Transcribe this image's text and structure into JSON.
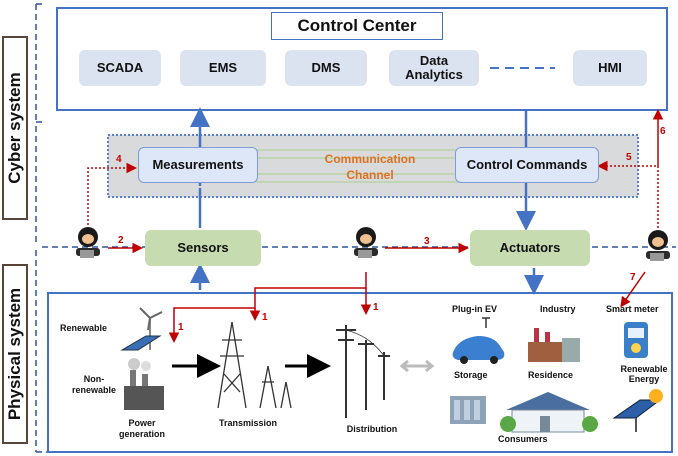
{
  "side_labels": {
    "cyber": "Cyber system",
    "physical": "Physical system"
  },
  "control_center": {
    "title": "Control Center",
    "systems": [
      "SCADA",
      "EMS",
      "DMS",
      "Data\nAnalytics",
      "HMI"
    ]
  },
  "channel": {
    "measurements": "Measurements",
    "label": "Communication\nChannel",
    "control_commands": "Control Commands"
  },
  "field": {
    "sensors": "Sensors",
    "actuators": "Actuators"
  },
  "attack_numbers": [
    "1",
    "1",
    "1",
    "2",
    "3",
    "4",
    "5",
    "6",
    "7"
  ],
  "physical": {
    "renewable": "Renewable",
    "non_renewable": "Non-\nrenewable",
    "power_generation": "Power\ngeneration",
    "transmission": "Transmission",
    "distribution": "Distribution",
    "plugin_ev": "Plug-in EV",
    "industry": "Industry",
    "smart_meter": "Smart meter",
    "storage": "Storage",
    "residence": "Residence",
    "renewable_energy": "Renewable\nEnergy",
    "consumers": "Consumers"
  },
  "colors": {
    "blue_arrow": "#4472c4",
    "attack_red": "#c00000",
    "system_fill": "#dbe3f1",
    "green_fill": "#c6dcb0",
    "channel_text": "#e07020"
  }
}
